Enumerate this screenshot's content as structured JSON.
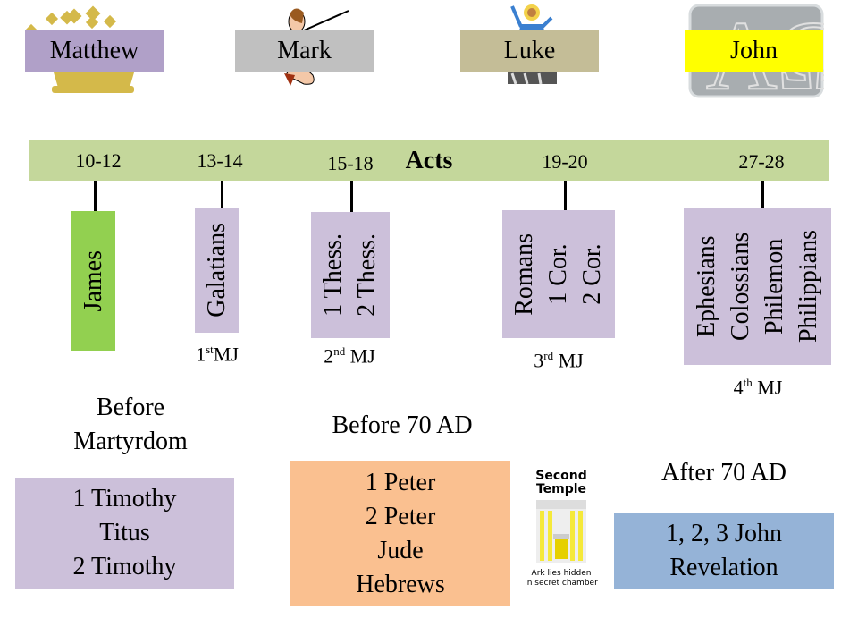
{
  "gospels": [
    {
      "name": "Matthew",
      "color": "#b0a0c8",
      "icon": "crown-icon"
    },
    {
      "name": "Mark",
      "color": "#c0c0c0",
      "icon": "figure-icon"
    },
    {
      "name": "Luke",
      "color": "#c4bd97",
      "icon": "jesus-icon"
    },
    {
      "name": "John",
      "color": "#ffff00",
      "icon": "alpha-omega-icon"
    }
  ],
  "acts": {
    "label": "Acts",
    "chapters": [
      "10-12",
      "13-14",
      "15-18",
      "19-20",
      "27-28"
    ],
    "color": "#c4d79b"
  },
  "epistles": [
    {
      "text": "James",
      "color": "#92d050"
    },
    {
      "text": "Galatians",
      "color": "#ccc0da"
    },
    {
      "text": "1 Thess.\n2 Thess.",
      "color": "#ccc0da"
    },
    {
      "text": "Romans\n1 Cor.\n2 Cor.",
      "color": "#ccc0da"
    },
    {
      "text": "Ephesians\nColossians\nPhilemon\nPhilippians",
      "color": "#ccc0da"
    }
  ],
  "journeys": [
    {
      "num": "1",
      "sup": "st",
      "suffix": "MJ"
    },
    {
      "num": "2",
      "sup": "nd",
      "suffix": " MJ"
    },
    {
      "num": "3",
      "sup": "rd",
      "suffix": " MJ"
    },
    {
      "num": "4",
      "sup": "th",
      "suffix": " MJ"
    }
  ],
  "headings": {
    "before_martyrdom_1": "Before",
    "before_martyrdom_2": "Martyrdom",
    "before_70": "Before 70 AD",
    "after_70": "After 70 AD"
  },
  "groups": {
    "pastoral": [
      "1 Timothy",
      "Titus",
      "2 Timothy"
    ],
    "general": [
      "1 Peter",
      "2 Peter",
      "Jude",
      "Hebrews"
    ],
    "johannine": [
      "1, 2, 3 John",
      "Revelation"
    ]
  },
  "temple": {
    "title_1": "Second",
    "title_2": "Temple",
    "caption_1": "Ark lies hidden",
    "caption_2": "in secret chamber"
  }
}
